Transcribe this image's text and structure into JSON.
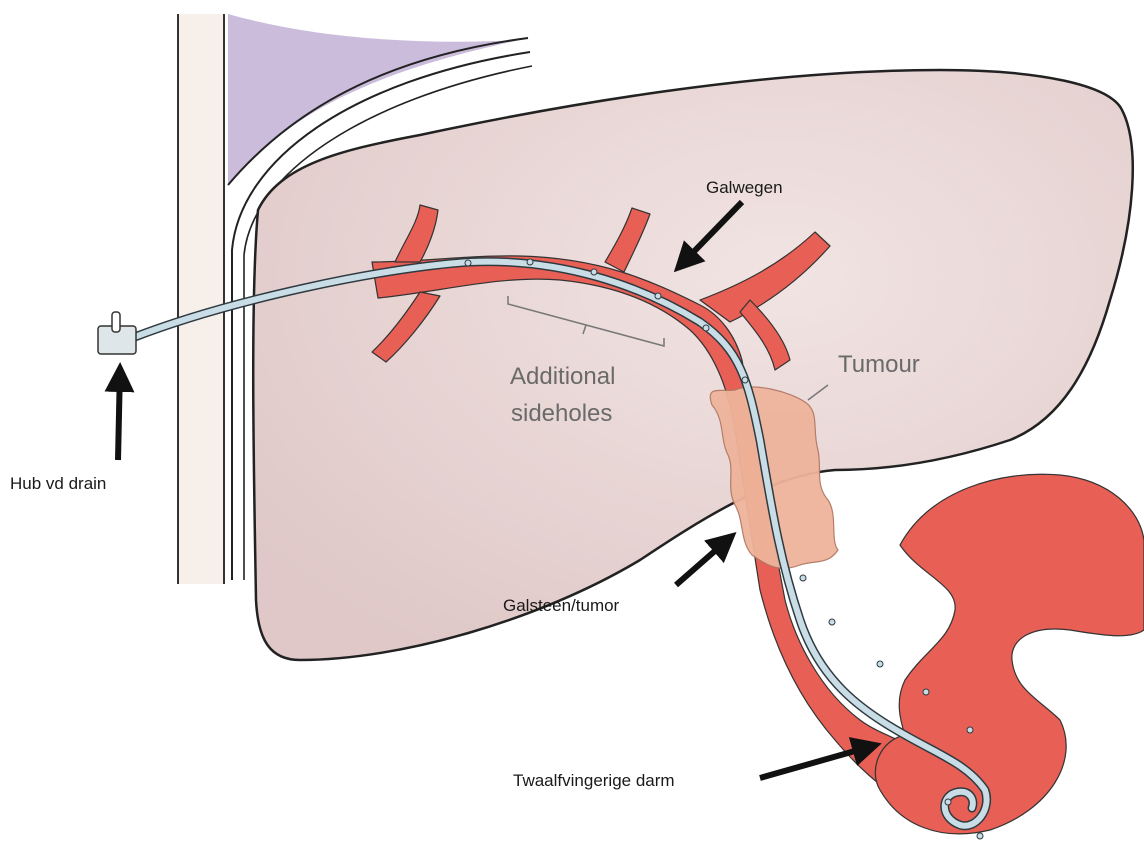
{
  "diagram": {
    "labels": {
      "bile_ducts": "Galwegen",
      "tumour": "Tumour",
      "additional_line1": "Additional",
      "additional_line2": "sideholes",
      "drain_hub": "Hub vd drain",
      "stone_tumor": "Galsteen/tumor",
      "duodenum": "Twaalfvingerige darm"
    },
    "colors": {
      "liver": "#e7d4d3",
      "liver_outline": "#222222",
      "bile_duct": "#e85f55",
      "tumour": "#efb49b",
      "drain": "#c9dde6",
      "pleura": "#cbbcdc",
      "body_wall": "#f7efe9",
      "arrow": "#111111",
      "grey_text": "#6a6a6a"
    }
  }
}
